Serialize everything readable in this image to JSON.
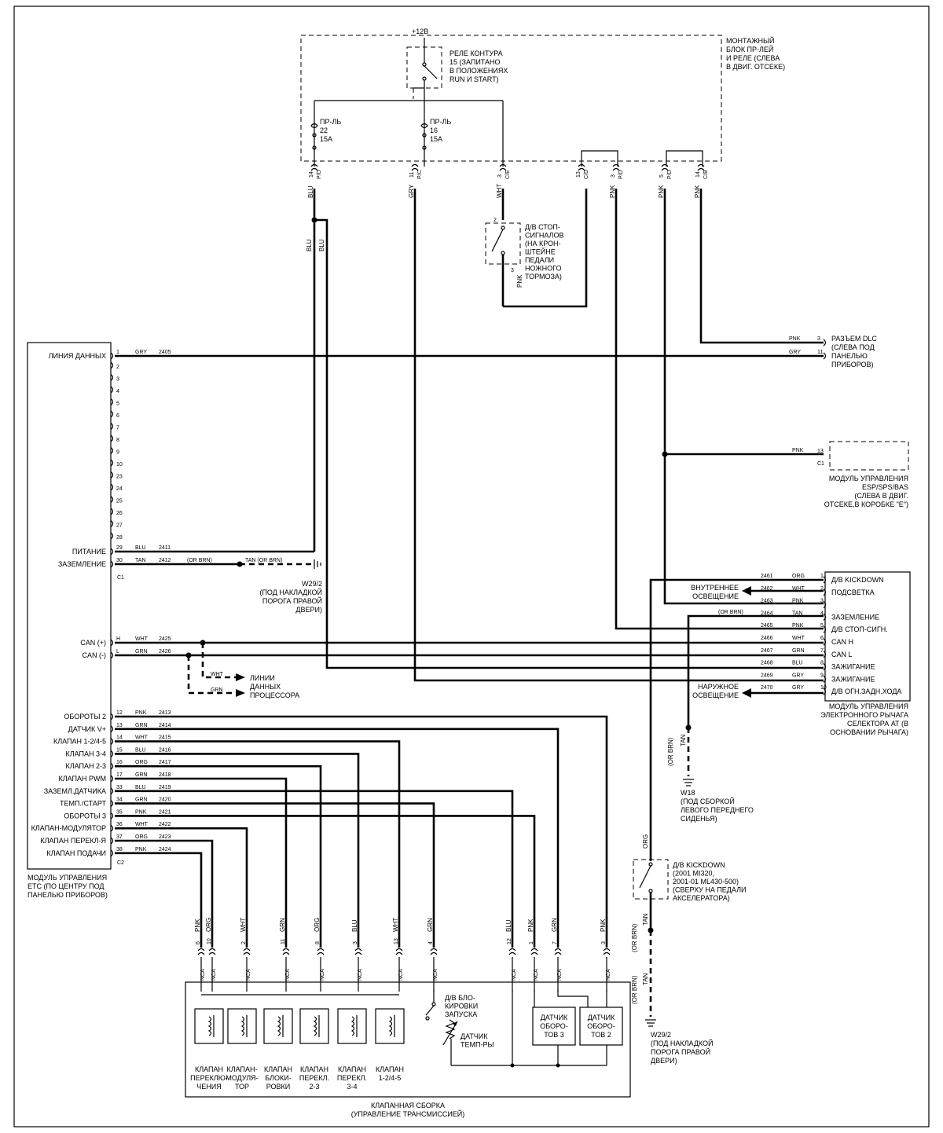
{
  "relay_block": {
    "supply": "+12В",
    "relay_label": [
      "РЕЛЕ КОНТУРА",
      "15 (ЗАПИТАНО",
      "В ПОЛОЖЕНИЯХ",
      "RUN И START)"
    ],
    "block_label": [
      "МОНТАЖНЫЙ",
      "БЛОК ПР-ЛЕЙ",
      "И РЕЛЕ (СЛЕВА",
      "В ДВИГ. ОТСЕКЕ)"
    ],
    "fuse22": [
      "ПР-ЛЬ",
      "22",
      "15A"
    ],
    "fuse16": [
      "ПР-ЛЬ",
      "16",
      "15A"
    ]
  },
  "top_connectors": [
    {
      "pin": "14",
      "conn": "P/D",
      "color": "BLU"
    },
    {
      "pin": "11",
      "conn": "P/C",
      "color": "GRY"
    },
    {
      "pin": "3",
      "conn": "C/E",
      "color": "WHT"
    },
    {
      "pin": "13",
      "conn": "C/D",
      "color": ""
    },
    {
      "pin": "3",
      "conn": "P/D",
      "color": "PNK"
    },
    {
      "pin": "5",
      "conn": "P/D",
      "color": "PNK"
    },
    {
      "pin": "14",
      "conn": "C/B",
      "color": "PNK"
    }
  ],
  "brake_switch": {
    "label": [
      "Д/В СТОП-",
      "СИГНАЛОВ",
      "(НА КРОН-",
      "ШТЕЙНЕ",
      "ПЕДАЛИ",
      "НОЖНОГО",
      "ТОРМОЗА)"
    ],
    "pin_top": "2",
    "pin_bottom": "3",
    "out_color": "PNK"
  },
  "blu_pair": [
    "BLU",
    "BLU"
  ],
  "etc_module": {
    "label": [
      "МОДУЛЬ УПРАВЛЕНИЯ",
      "ETC (ПО ЦЕНТРУ ПОД",
      "ПАНЕЛЬЮ ПРИБОРОВ)"
    ],
    "c1": "C1",
    "c2": "C2",
    "unused_pins": [
      "2",
      "3",
      "4",
      "5",
      "6",
      "7",
      "8",
      "9",
      "10",
      "23",
      "24",
      "25",
      "26",
      "27",
      "28"
    ],
    "rows": [
      {
        "name": "ЛИНИЯ ДАННЫХ",
        "pin": "1",
        "color": "GRY",
        "circuit": "2405"
      },
      {
        "name": "ПИТАНИЕ",
        "pin": "29",
        "color": "BLU",
        "circuit": "2411"
      },
      {
        "name": "ЗАЗЕМЛЕНИЕ",
        "pin": "30",
        "color": "TAN",
        "circuit": "2412"
      },
      {
        "name": "CAN (+)",
        "pin": "H",
        "color": "WHT",
        "circuit": "2425"
      },
      {
        "name": "CAN (-)",
        "pin": "L",
        "color": "GRN",
        "circuit": "2426"
      },
      {
        "name": "ОБОРОТЫ 2",
        "pin": "12",
        "color": "PNK",
        "circuit": "2413"
      },
      {
        "name": "ДАТЧИК V+",
        "pin": "13",
        "color": "GRN",
        "circuit": "2414"
      },
      {
        "name": "КЛАПАН 1-2/4-5",
        "pin": "14",
        "color": "WHT",
        "circuit": "2415"
      },
      {
        "name": "КЛАПАН 3-4",
        "pin": "15",
        "color": "BLU",
        "circuit": "2416"
      },
      {
        "name": "КЛАПАН 2-3",
        "pin": "16",
        "color": "ORG",
        "circuit": "2417"
      },
      {
        "name": "КЛАПАН PWM",
        "pin": "17",
        "color": "GRN",
        "circuit": "2418"
      },
      {
        "name": "ЗАЗЕМЛ.ДАТЧИКА",
        "pin": "33",
        "color": "BLU",
        "circuit": "2419"
      },
      {
        "name": "ТЕМП./СТАРТ",
        "pin": "34",
        "color": "GRN",
        "circuit": "2420"
      },
      {
        "name": "ОБОРОТЫ 3",
        "pin": "35",
        "color": "PNK",
        "circuit": "2421"
      },
      {
        "name": "КЛАПАН-МОДУЛЯТОР",
        "pin": "36",
        "color": "WHT",
        "circuit": "2422"
      },
      {
        "name": "КЛАПАН ПЕРЕКЛ-Я",
        "pin": "37",
        "color": "ORG",
        "circuit": "2423"
      },
      {
        "name": "КЛАПАН ПОДАЧИ",
        "pin": "38",
        "color": "PNK",
        "circuit": "2424"
      }
    ],
    "ground_alt": "(OR BRN)",
    "ground_alt2": "TAN  (OR BRN)"
  },
  "ground_w29_top": [
    "W29/2",
    "(ПОД НАКЛАДКОЙ",
    "ПОРОГА ПРАВОЙ",
    "ДВЕРИ)"
  ],
  "can_bus": {
    "wht": "WHT",
    "grn": "GRN",
    "label": [
      "ЛИНИИ",
      "ДАННЫХ",
      "ПРОЦЕССОРА"
    ]
  },
  "dlc": {
    "label": [
      "РАЗЪЕМ DLC",
      "(СЛЕВА ПОД",
      "ПАНЕЛЬЮ",
      "ПРИБОРОВ)"
    ],
    "pins": [
      {
        "pin": "3",
        "color": "PNK"
      },
      {
        "pin": "11",
        "color": "GRY"
      }
    ]
  },
  "esp_module": {
    "label": [
      "МОДУЛЬ УПРАВЛЕНИЯ",
      "ESP/SPS/BAS",
      "(СЛЕВА В ДВИГ.",
      "ОТСЕКЕ,В КОРОБКЕ \"E\")"
    ],
    "pin": "13",
    "conn": "C1",
    "color": "PNK"
  },
  "selector_module": {
    "label": [
      "МОДУЛЬ УПРАВЛЕНИЯ",
      "ЭЛЕКТРОННОГО РЫЧАГА",
      "СЕЛЕКТОРА АТ (В",
      "ОСНОВАНИИ РЫЧАГА)"
    ],
    "rows": [
      {
        "pin": "1",
        "circuit": "2461",
        "color": "ORG",
        "name": "Д/В KICKDOWN"
      },
      {
        "pin": "2",
        "circuit": "2462",
        "color": "WHT",
        "name": "ПОДСВЕТКА"
      },
      {
        "pin": "3",
        "circuit": "2463",
        "color": "PNK",
        "name": ""
      },
      {
        "pin": "4",
        "circuit": "2464",
        "color": "TAN",
        "name": "ЗАЗЕМЛЕНИЕ"
      },
      {
        "pin": "5",
        "circuit": "2465",
        "color": "PNK",
        "name": "Д/В СТОП-СИГН."
      },
      {
        "pin": "6",
        "circuit": "2466",
        "color": "WHT",
        "name": "CAN H"
      },
      {
        "pin": "7",
        "circuit": "2467",
        "color": "GRN",
        "name": "CAN L"
      },
      {
        "pin": "8",
        "circuit": "2468",
        "color": "BLU",
        "name": "ЗАЖИГАНИЕ"
      },
      {
        "pin": "9",
        "circuit": "2469",
        "color": "GRY",
        "name": "ЗАЖИГАНИЕ"
      },
      {
        "pin": "10",
        "circuit": "2470",
        "color": "GRY",
        "name": "Д/В ОГН.ЗАДН.ХОДА"
      }
    ],
    "or_brn": "(OR BRN)",
    "interior_light": [
      "ВНУТРЕННЕЕ",
      "ОСВЕЩЕНИЕ"
    ],
    "exterior_light": [
      "НАРУЖНОЕ",
      "ОСВЕЩЕНИЕ"
    ]
  },
  "ground_w18": {
    "color": "TAN",
    "alt": "(OR BRN)",
    "label": [
      "W18",
      "(ПОД СБОРКОЙ",
      "ЛЕВОГО ПЕРЕДНЕГО",
      "СИДЕНЬЯ)"
    ]
  },
  "kickdown_switch": {
    "label": [
      "Д/В KICKDOWN",
      "(2001 MI320,",
      "2001-01 ML430-500)",
      "(СВЕРХУ НА ПЕДАЛИ",
      "АКСЕЛЕРАТОРА)"
    ],
    "in_color": "ORG",
    "out_color": "TAN",
    "alt": "(OR BRN)"
  },
  "ground_w29_bottom": {
    "color": "TAN",
    "alt": "(OR BRN)",
    "label": [
      "W29/2",
      "(ПОД НАКЛАДКОЙ",
      "ПОРОГА ПРАВОЙ",
      "ДВЕРИ)"
    ]
  },
  "valve_body": {
    "label": [
      "КЛАПАННАЯ СБОРКА",
      "(УПРАВЛЕНИЕ ТРАНСМИССИЕЙ)"
    ],
    "conn": "NCA",
    "bottom_pins": [
      {
        "pin": "6",
        "color": "PNK"
      },
      {
        "pin": "10",
        "color": "ORG"
      },
      {
        "pin": "2",
        "color": "WHT"
      },
      {
        "pin": "11",
        "color": "GRN"
      },
      {
        "pin": "8",
        "color": "ORG"
      },
      {
        "pin": "3",
        "color": "BLU"
      },
      {
        "pin": "13",
        "color": "WHT"
      },
      {
        "pin": "4",
        "color": "GRN"
      },
      {
        "pin": "12",
        "color": "BLU"
      },
      {
        "pin": "1",
        "color": "PNK"
      },
      {
        "pin": "7",
        "color": "GRN"
      },
      {
        "pin": "3",
        "color": "PNK"
      }
    ],
    "solenoids": [
      [
        "КЛАПАН",
        "ПЕРЕКЛЮ-",
        "ЧЕНИЯ"
      ],
      [
        "КЛАПАН-",
        "МОДУЛЯ-",
        "ТОР"
      ],
      [
        "КЛАПАН",
        "БЛОКИ-",
        "РОВКИ"
      ],
      [
        "КЛАПАН",
        "ПЕРЕКЛ.",
        "2-3"
      ],
      [
        "КЛАПАН",
        "ПЕРЕКЛ.",
        "3-4"
      ],
      [
        "КЛАПАН",
        "1-2/4-5"
      ]
    ],
    "neutral_switch": [
      "Д/В БЛО-",
      "КИРОВКИ",
      "ЗАПУСКА"
    ],
    "temp_sensor": [
      "ДАТЧИК",
      "ТЕМП-РЫ"
    ],
    "speed3": [
      "ДАТЧИК",
      "ОБОРО-",
      "ТОВ 3"
    ],
    "speed2": [
      "ДАТЧИК",
      "ОБОРО-",
      "ТОВ 2"
    ]
  }
}
